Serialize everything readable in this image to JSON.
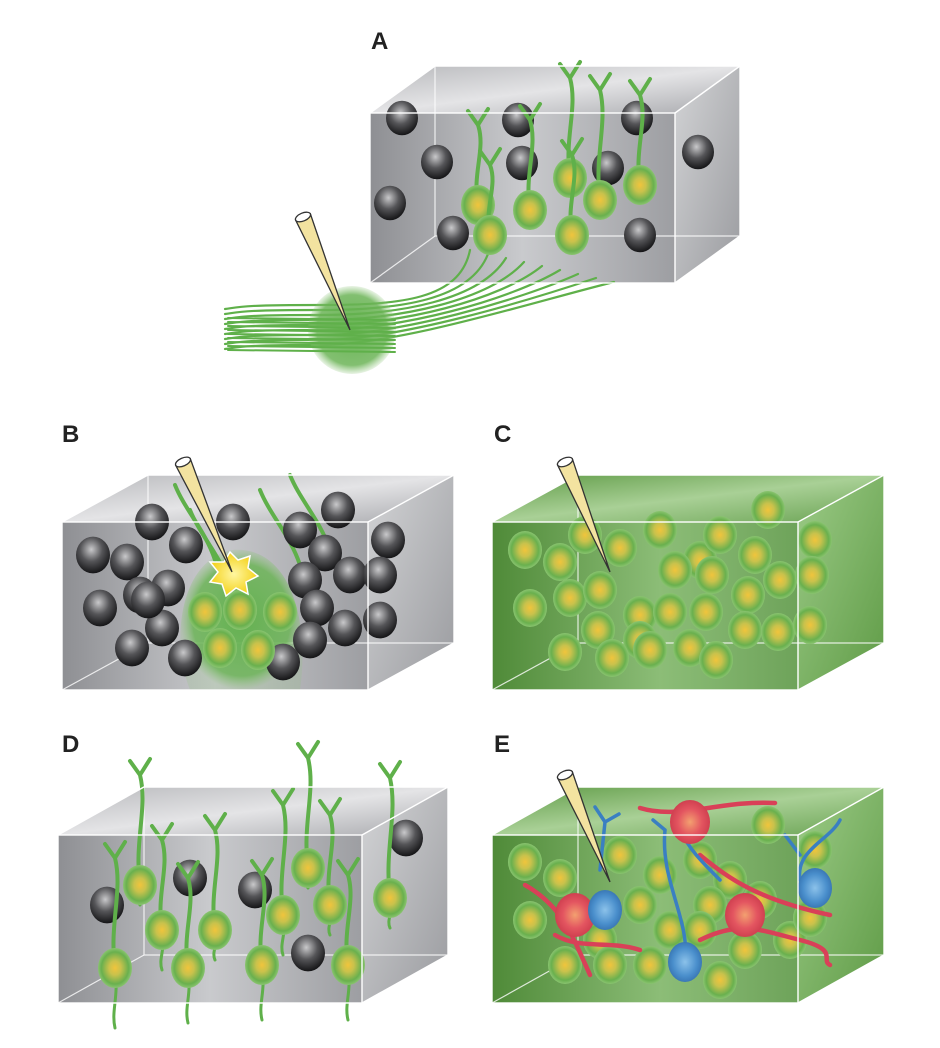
{
  "panels": [
    {
      "id": "A",
      "label": "A",
      "variant": "dissected-with-pipette"
    },
    {
      "id": "B",
      "label": "B",
      "variant": "single-cell-injection"
    },
    {
      "id": "C",
      "label": "C",
      "variant": "all-green"
    },
    {
      "id": "D",
      "label": "D",
      "variant": "sparse-green"
    },
    {
      "id": "E",
      "label": "E",
      "variant": "multicolor"
    }
  ],
  "colors": {
    "cube_gray": "#a8a9ad",
    "cube_green": "#5e9a45",
    "neuron_green": "#5fb04a",
    "nucleus_yellow": "#e8c24a",
    "dark_cell": "#2e2e30",
    "red_cell": "#e0505a",
    "blue_cell": "#4a8fcc",
    "pipette": "#f3e3a0"
  }
}
